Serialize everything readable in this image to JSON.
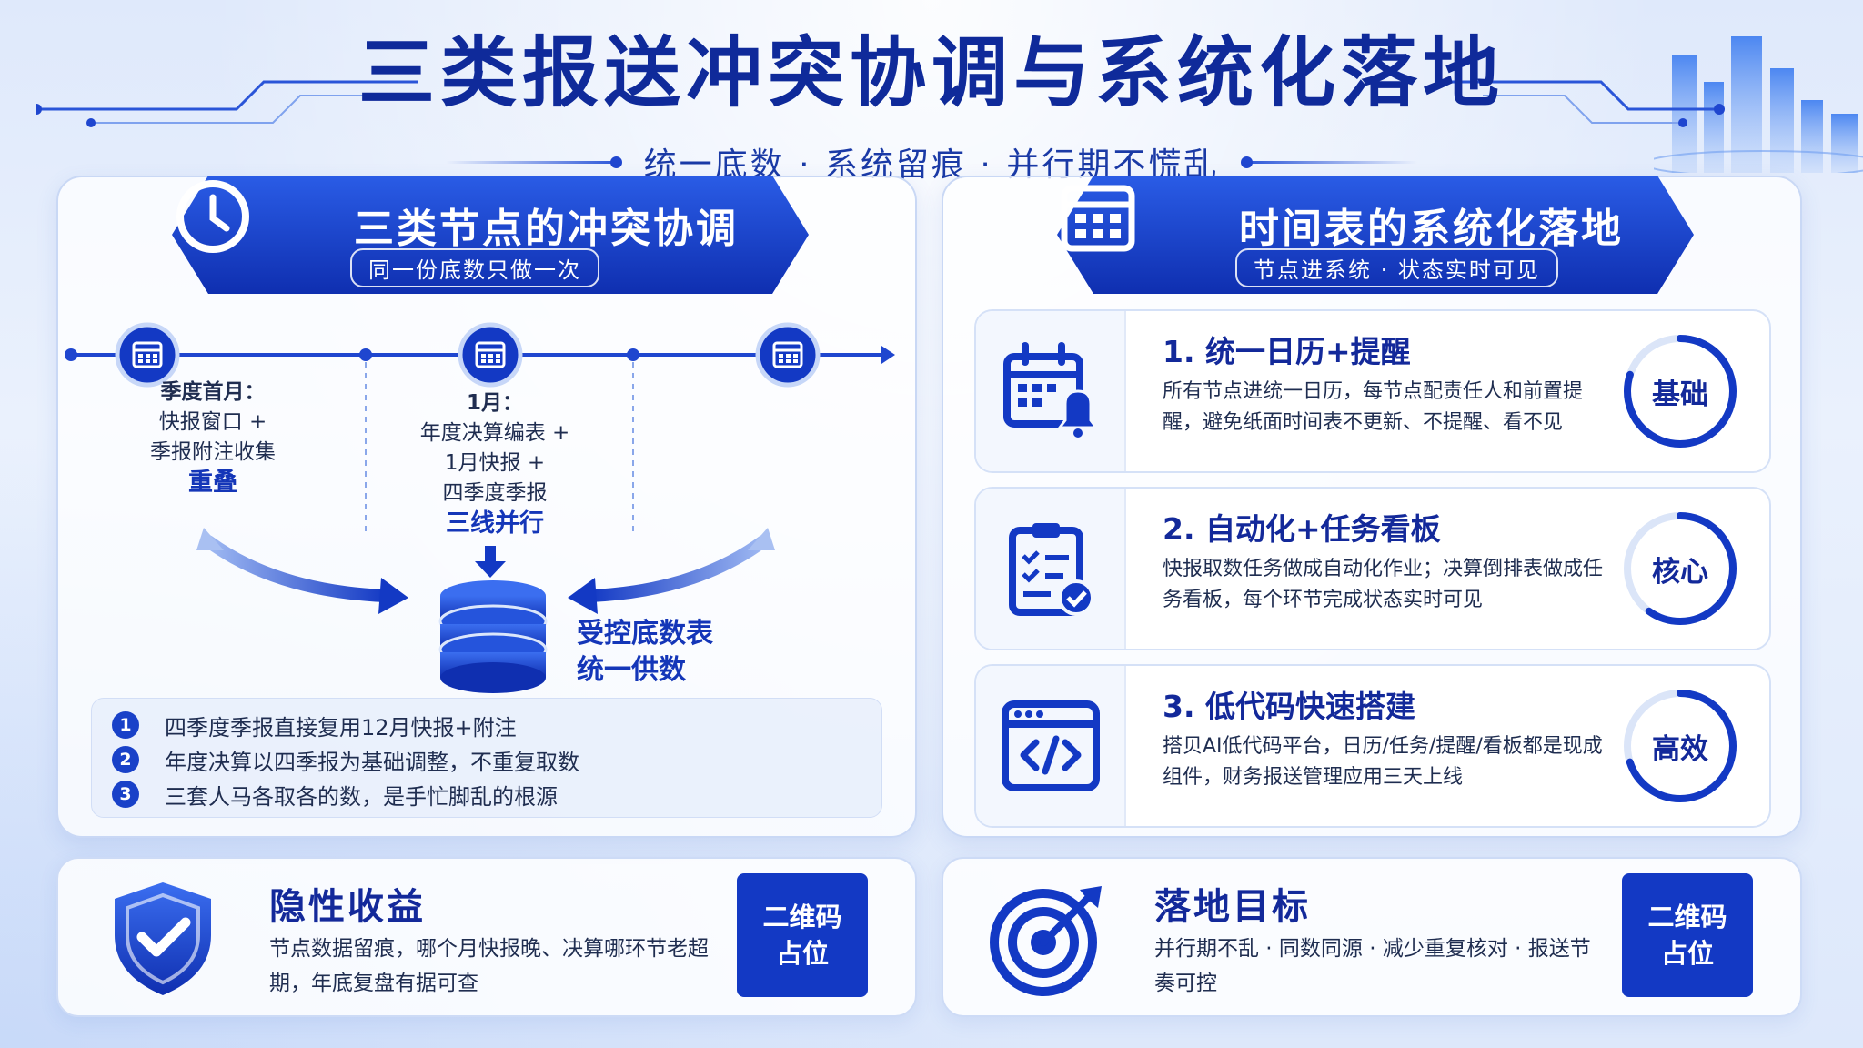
{
  "header": {
    "title": "三类报送冲突协调与系统化落地",
    "subtitle": "统一底数 · 系统留痕 · 并行期不慌乱"
  },
  "left_panel": {
    "title": "三类节点的冲突协调",
    "tagline": "同一份底数只做一次",
    "nodes": [
      {
        "lines": [
          "季度首月：",
          "快报窗口 +",
          "季报附注收集"
        ],
        "highlight": "重叠"
      },
      {
        "lines": [
          "1月：",
          "年度决算编表 +",
          "1月快报 +",
          "四季度季报"
        ],
        "highlight": "三线并行"
      }
    ],
    "database": {
      "line1": "受控底数表",
      "line2": "统一供数"
    },
    "notes": [
      {
        "num": "1",
        "text": "四季度季报直接复用12月快报+附注"
      },
      {
        "num": "2",
        "text": "年度决算以四季报为基础调整，不重复取数"
      },
      {
        "num": "3",
        "text": "三套人马各取各的数，是手忙脚乱的根源"
      }
    ]
  },
  "right_panel": {
    "title": "时间表的系统化落地",
    "tagline": "节点进系统 · 状态实时可见",
    "cards": [
      {
        "icon": "calendar-bell-icon",
        "title": "1. 统一日历+提醒",
        "desc": "所有节点进统一日历，每节点配责任人和前置提醒，避免纸面时间表不更新、不提醒、看不见",
        "badge": "基础",
        "ring": 0.8
      },
      {
        "icon": "clipboard-check-icon",
        "title": "2. 自动化+任务看板",
        "desc": "快报取数任务做成自动化作业；决算倒排表做成任务看板，每个环节完成状态实时可见",
        "badge": "核心",
        "ring": 0.6
      },
      {
        "icon": "code-window-icon",
        "title": "3. 低代码快速搭建",
        "desc": "搭贝AI低代码平台，日历/任务/提醒/看板都是现成组件，财务报送管理应用三天上线",
        "badge": "高效",
        "ring": 0.7
      }
    ]
  },
  "bottom_left": {
    "title": "隐性收益",
    "desc": "节点数据留痕，哪个月快报晚、决算哪环节老超期，年底复盘有据可查",
    "qr_line1": "二维码",
    "qr_line2": "占位"
  },
  "bottom_right": {
    "title": "落地目标",
    "desc": "并行期不乱 · 同数同源 · 减少重复核对 · 报送节奏可控",
    "qr_line1": "二维码",
    "qr_line2": "占位"
  },
  "colors": {
    "primary": "#1339c4",
    "dark": "#13299a",
    "light": "#e8effc"
  }
}
